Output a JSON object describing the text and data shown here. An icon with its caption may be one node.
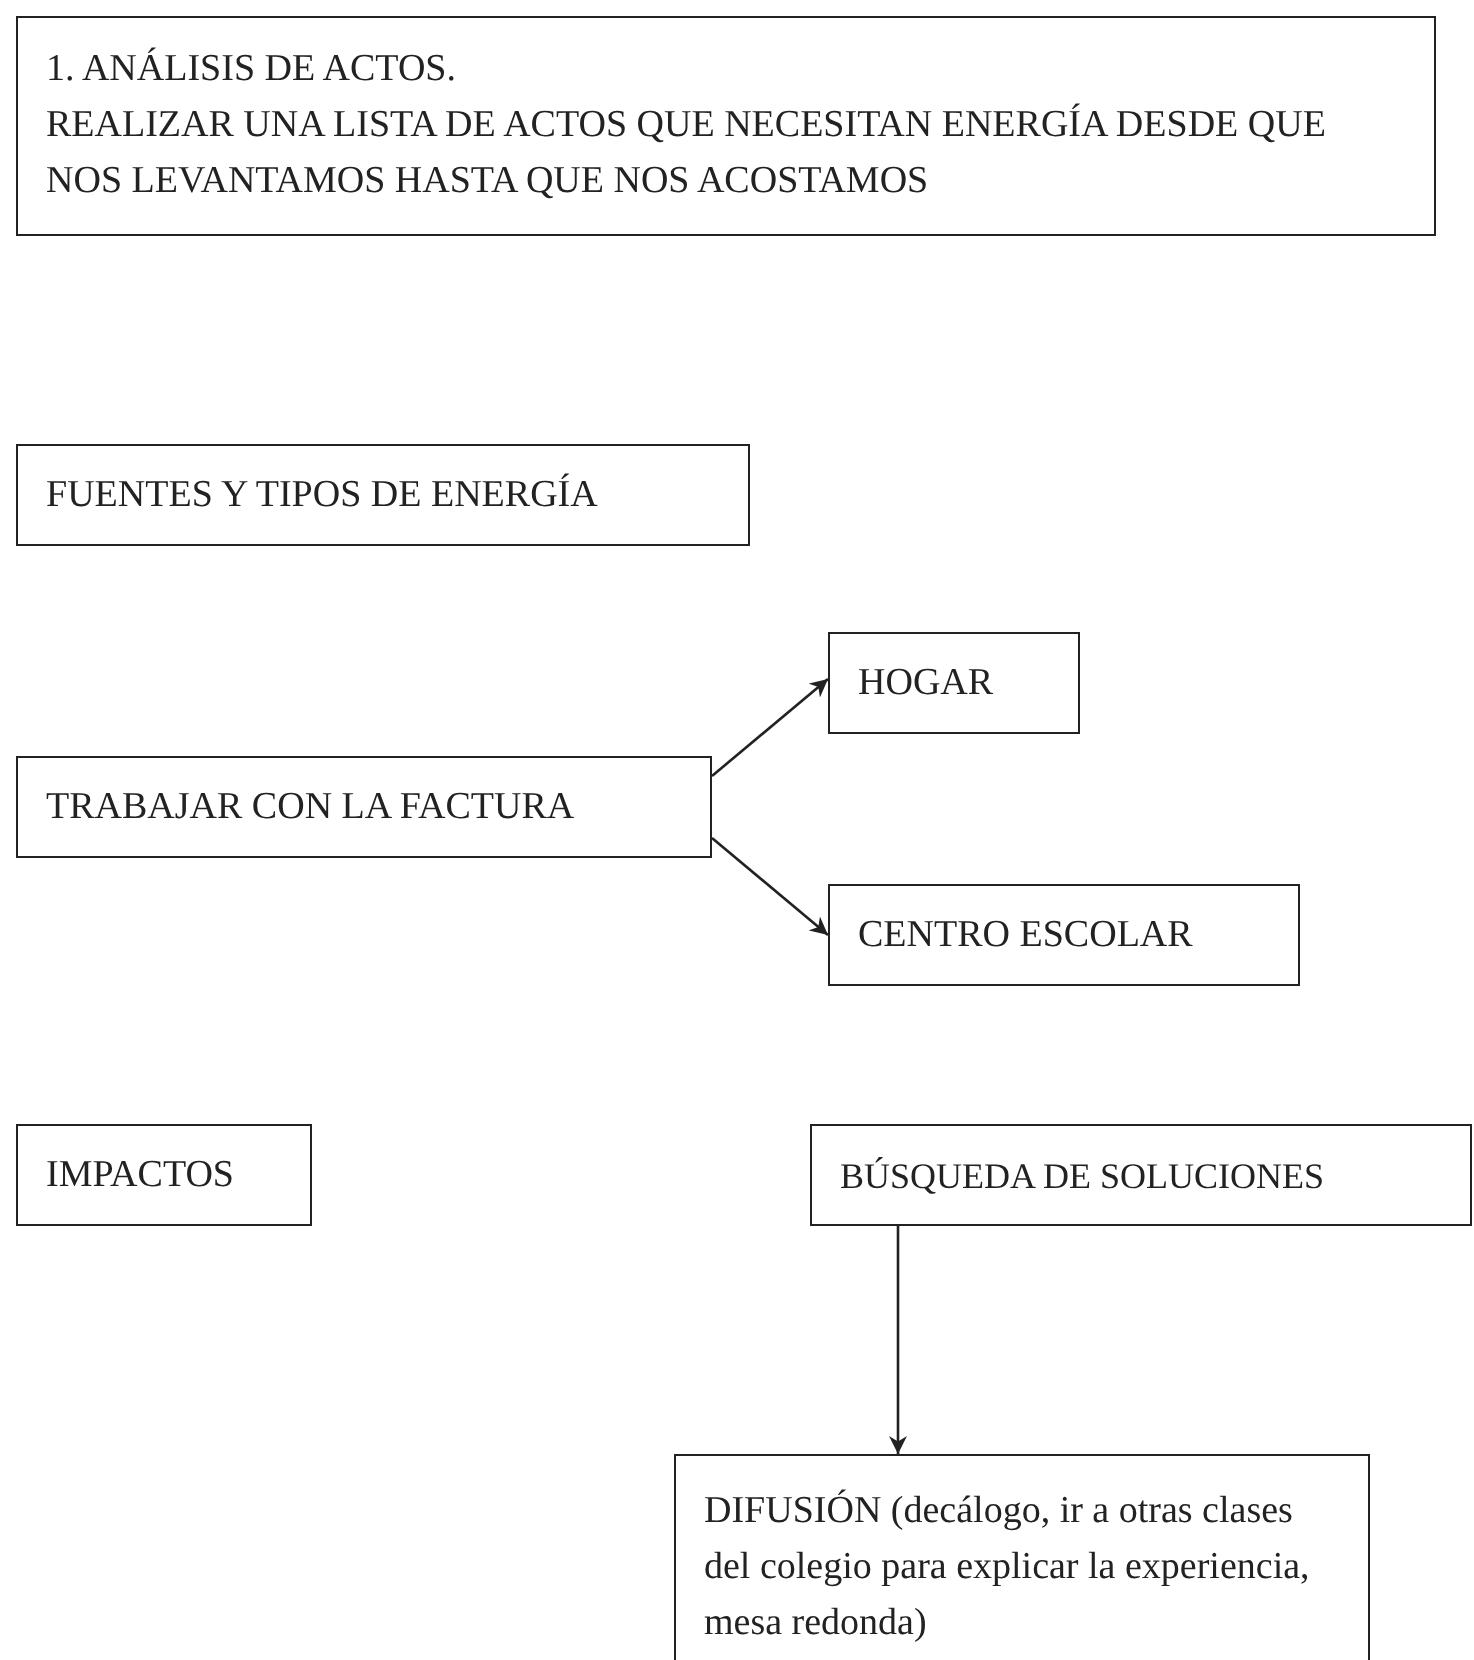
{
  "diagram": {
    "nodes": [
      {
        "text": [
          "1. ANÁLISIS DE ACTOS.",
          "REALIZAR UNA LISTA DE ACTOS QUE NECESITAN ENERGÍA DESDE QUE NOS LEVANTAMOS HASTA QUE NOS ACOSTAMOS"
        ]
      },
      {
        "text": [
          "FUENTES Y TIPOS DE ENERGÍA"
        ]
      },
      {
        "text": [
          "TRABAJAR CON LA FACTURA"
        ]
      },
      {
        "text": [
          "HOGAR"
        ]
      },
      {
        "text": [
          "CENTRO ESCOLAR"
        ]
      },
      {
        "text": [
          "IMPACTOS"
        ]
      },
      {
        "text": [
          "BÚSQUEDA DE SOLUCIONES"
        ]
      },
      {
        "text": [
          "DIFUSIÓN (decálogo, ir a otras clases del colegio para explicar la experiencia, mesa redonda)"
        ]
      }
    ],
    "edges": [
      {
        "from": 2,
        "to": 3,
        "arrow": "to"
      },
      {
        "from": 2,
        "to": 4,
        "arrow": "to"
      },
      {
        "from": 6,
        "to": 7,
        "arrow": "to"
      }
    ]
  }
}
